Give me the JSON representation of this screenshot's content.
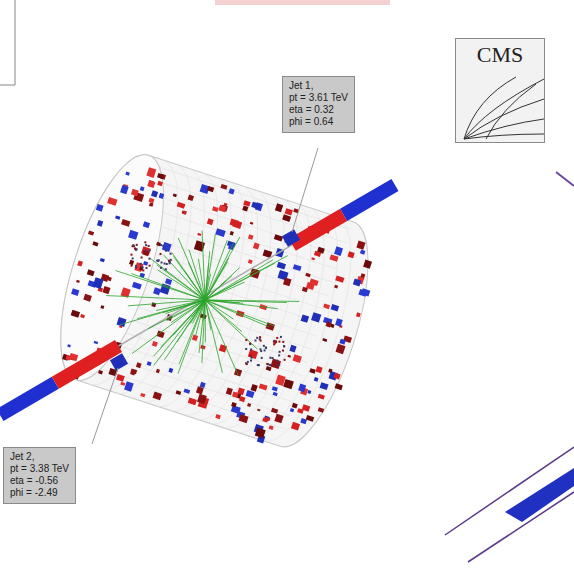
{
  "diagram": {
    "nodes": [
      {
        "text": [
          "Jet 1,",
          "pt = 3.61 TeV",
          "eta = 0.32",
          "phi = 0.64"
        ]
      },
      {
        "text": [
          "CMS"
        ]
      },
      {
        "text": [
          "Jet 2,",
          "pt = 3.38 TeV",
          "eta = -0.56",
          "phi = -2.49"
        ]
      }
    ]
  }
}
